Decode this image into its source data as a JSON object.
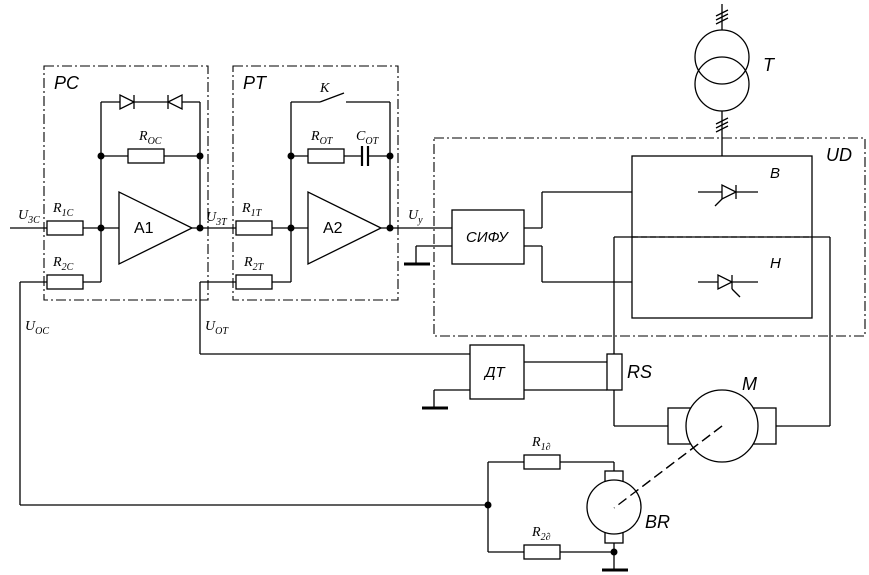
{
  "regulators": {
    "speed": {
      "label": "PC",
      "amp": "A1"
    },
    "current": {
      "label": "PT",
      "amp": "A2"
    }
  },
  "labels": {
    "u_zc": "U",
    "u_zc_sub": "3C",
    "r1c": "R",
    "r1c_sub": "1C",
    "r2c": "R",
    "r2c_sub": "2C",
    "roc": "R",
    "roc_sub": "OC",
    "u_zt": "U",
    "u_zt_sub": "3T",
    "r1t": "R",
    "r1t_sub": "1T",
    "r2t": "R",
    "r2t_sub": "2T",
    "rot": "R",
    "rot_sub": "OT",
    "cot": "C",
    "cot_sub": "OT",
    "k": "K",
    "u_y": "U",
    "u_y_sub": "y",
    "u_oc": "U",
    "u_oc_sub": "OC",
    "u_ot": "U",
    "u_ot_sub": "OT",
    "r1d": "R",
    "r1d_sub": "1∂",
    "r2d": "R",
    "r2d_sub": "2∂"
  },
  "blocks": {
    "sifu": "СИФУ",
    "dt": "ДТ",
    "rs": "RS",
    "ud": "UD",
    "transformer": "T",
    "motor": "M",
    "tacho": "BR",
    "thyristor_b": "B",
    "thyristor_h": "H"
  }
}
